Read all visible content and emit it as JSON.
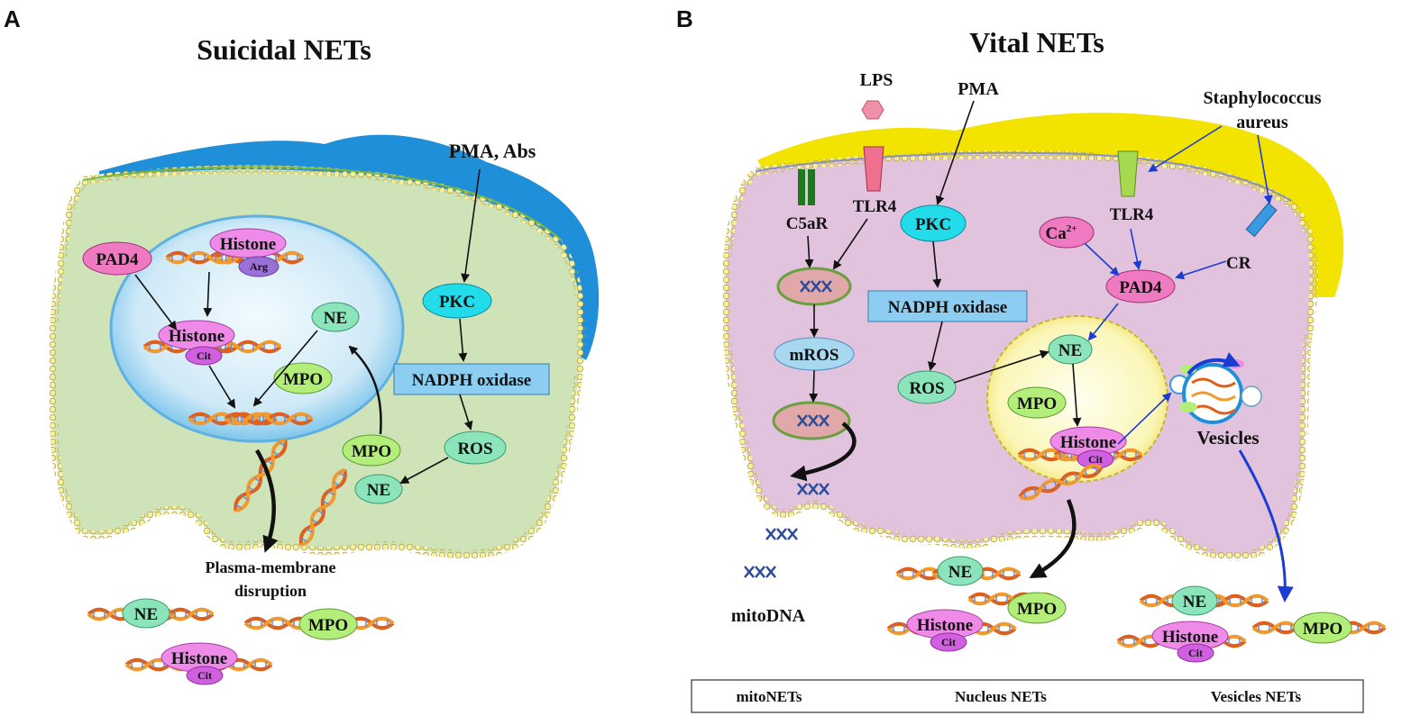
{
  "panel_a": {
    "letter": "A",
    "title": "Suicidal NETs",
    "stimulus": "PMA, Abs",
    "pkc": "PKC",
    "nadph": "NADPH oxidase",
    "ros": "ROS",
    "ne": "NE",
    "mpo": "MPO",
    "pad4": "PAD4",
    "histone": "Histone",
    "arg": "Arg",
    "cit": "Cit",
    "disruption_line1": "Plasma-membrane",
    "disruption_line2": "disruption"
  },
  "panel_b": {
    "letter": "B",
    "title": "Vital NETs",
    "lps": "LPS",
    "pma": "PMA",
    "staph_line1": "Staphylococcus",
    "staph_line2": "aureus",
    "c5ar": "C5aR",
    "tlr4": "TLR4",
    "pkc": "PKC",
    "nadph": "NADPH oxidase",
    "ros": "ROS",
    "mros": "mROS",
    "ca_base": "Ca",
    "ca_sup": "2+",
    "pad4": "PAD4",
    "cr": "CR",
    "ne": "NE",
    "mpo": "MPO",
    "histone": "Histone",
    "cit": "Cit",
    "vesicles": "Vesicles",
    "mitodna": "mitoDNA",
    "xxx": "XXX"
  },
  "footer": {
    "mitonets": "mitoNETs",
    "nucleusnets": "Nucleus  NETs",
    "vesiclesnets": "Vesicles  NETs"
  },
  "colors": {
    "blue_cap": "#1e8fd8",
    "cytoplasm_a": "#cfe3b8",
    "membrane_a": "#7fb83a",
    "nucleus_a": "#cde8f6",
    "cytoplasm_b": "#e2c3de",
    "membrane_b": "#8a8fc8",
    "cap_b": "#f2e300",
    "nucleus_b": "#fbf8c0",
    "ne_fill": "#8be4ba",
    "mpo_fill": "#b4ee7a",
    "pkc_fill": "#22dcea",
    "nadph_fill": "#8ccdf2",
    "histone_fill": "#f08ae8",
    "pad4_fill": "#f07ac2",
    "cit_fill": "#d060e0",
    "arg_fill": "#9a70d8",
    "arrow_blue": "#1b3cd0"
  }
}
